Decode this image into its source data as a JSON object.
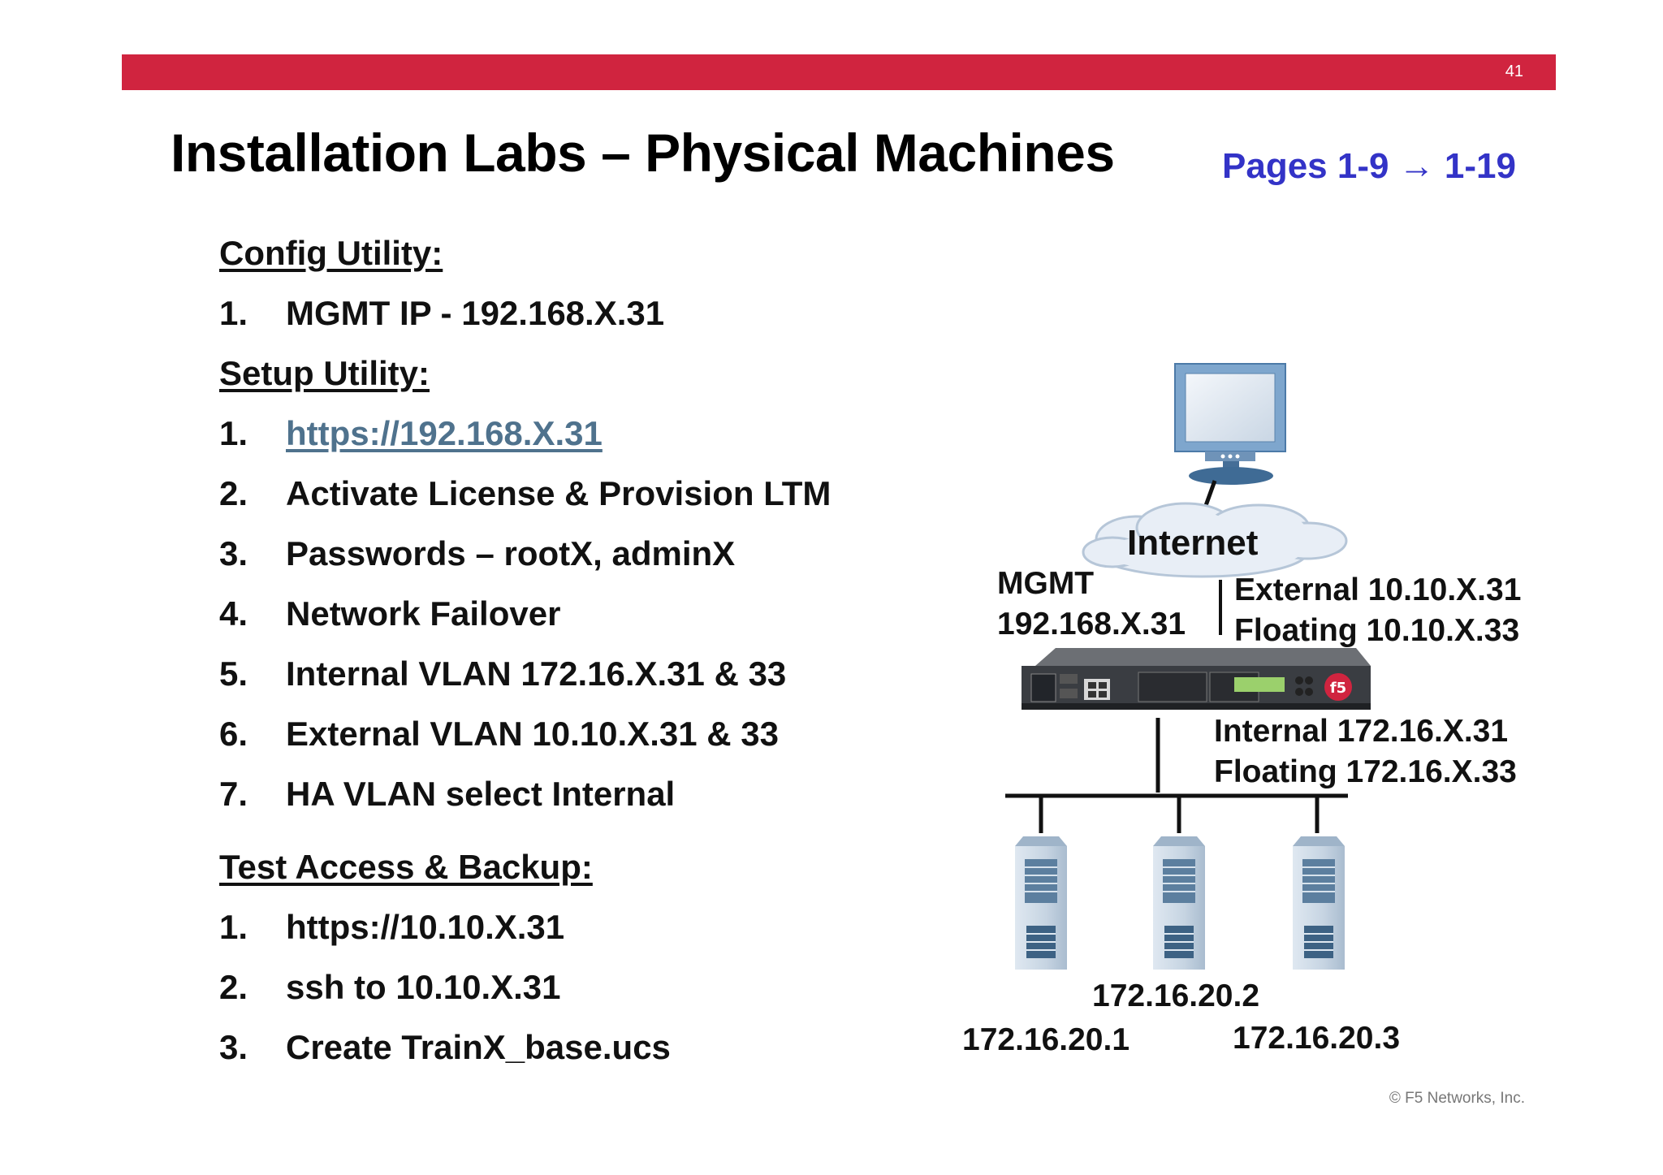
{
  "slide": {
    "page_number": "41",
    "title": "Installation Labs – Physical Machines",
    "pages_ref": "Pages 1-9 → 1-19",
    "copyright": "© F5 Networks, Inc.",
    "accent_color": "#d0243f",
    "link_color": "#4f728d",
    "pages_ref_color": "#3333c7"
  },
  "config_utility": {
    "heading": "Config Utility:",
    "items": [
      {
        "num": "1.",
        "text": "MGMT IP - 192.168.X.31"
      }
    ]
  },
  "setup_utility": {
    "heading": "Setup Utility:",
    "items": [
      {
        "num": "1.",
        "text": "https://192.168.X.31"
      },
      {
        "num": "2.",
        "text": "Activate License & Provision LTM"
      },
      {
        "num": "3.",
        "text": "Passwords – rootX, adminX"
      },
      {
        "num": "4.",
        "text": "Network Failover"
      },
      {
        "num": "5.",
        "text": "Internal VLAN 172.16.X.31 & 33"
      },
      {
        "num": "6.",
        "text": "External VLAN 10.10.X.31 & 33"
      },
      {
        "num": "7.",
        "text": "HA VLAN select Internal"
      }
    ]
  },
  "test_access": {
    "heading": "Test Access & Backup:",
    "items": [
      {
        "num": "1.",
        "text": "https://10.10.X.31"
      },
      {
        "num": "2.",
        "text": "ssh to 10.10.X.31"
      },
      {
        "num": "3.",
        "text": "Create TrainX_base.ucs"
      }
    ]
  },
  "diagram": {
    "internet": "Internet",
    "mgmt_label": "MGMT",
    "mgmt_ip": "192.168.X.31",
    "external": "External 10.10.X.31",
    "external_floating": "Floating 10.10.X.33",
    "internal": "Internal 172.16.X.31",
    "internal_floating": "Floating 172.16.X.33",
    "server1": "172.16.20.1",
    "server2": "172.16.20.2",
    "server3": "172.16.20.3",
    "device_icons": [
      "monitor-icon",
      "cloud-icon",
      "f5-appliance-icon",
      "server-icon"
    ]
  }
}
